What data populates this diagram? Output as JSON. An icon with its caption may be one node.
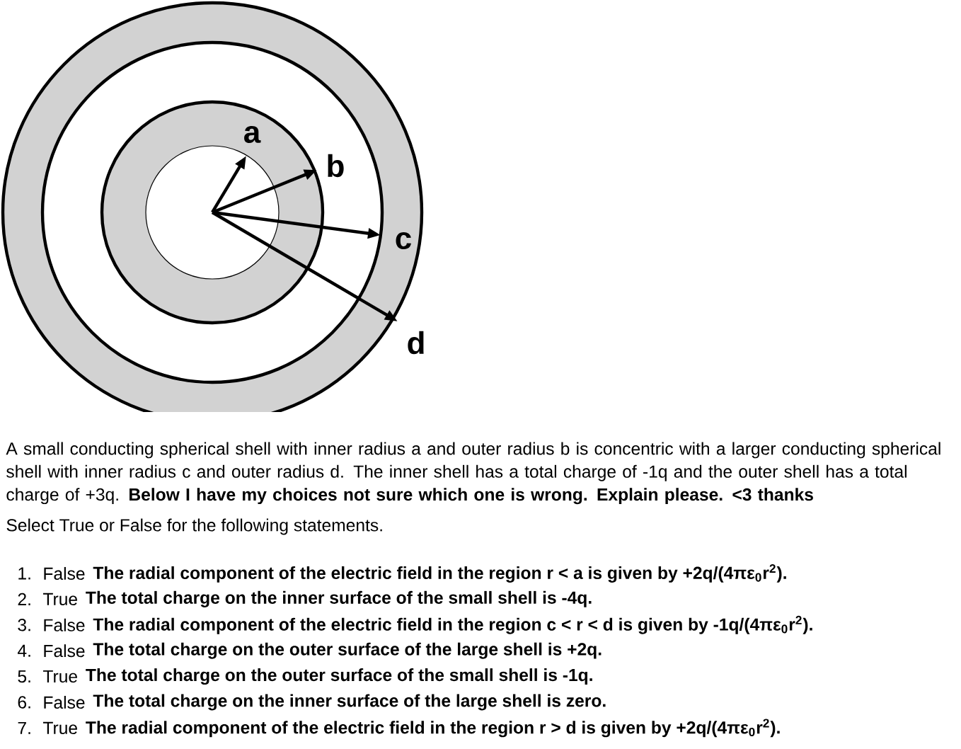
{
  "diagram": {
    "labels": [
      "a",
      "b",
      "c",
      "d",
      "A small conducting spherical shell with inner radius a and outer radius b is concentric with a larger conducting spherical shell with inner radius c and outer radius d. The inner shell has a total charge of -1q and the outer shell has a total charge of +3q. **Below I have my choices not sure which one is wrong. Explain please. <3 thanks**",
      "Select True or False for the following statements.",
      "1.",
      "False",
      "The radial component of the electric field in the region r < a is given by +2q/(4πε$_{0}$r$^{2}$).",
      "2.",
      "True",
      "The total charge on the inner surface of the small shell is -4q.",
      "3.",
      "False",
      "The radial component of the electric field in the region c < r < d is given by -1q/(4πε$_{0}$r$^{2}$).",
      "4.",
      "False",
      "The total charge on the outer surface of the large shell is +2q.",
      "5.",
      "True",
      "The total charge on the outer surface of the small shell is -1q.",
      "6.",
      "False",
      "The total charge on the inner surface of the large shell is zero.",
      "7.",
      "True",
      "The radial component of the electric field in the region r > d is given by +2q/(4πε$_{0}$r$^{2}$)."
    ]
  }
}
